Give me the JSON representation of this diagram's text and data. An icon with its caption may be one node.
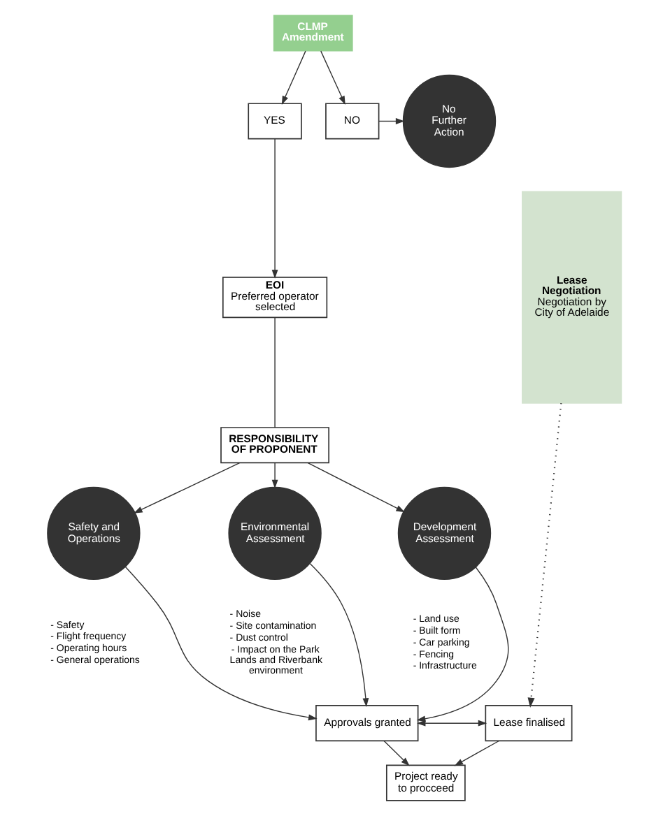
{
  "diagram": {
    "nodes": [
      {
        "text": [
          "CLMP Amendment"
        ]
      },
      {
        "text": [
          "YES"
        ]
      },
      {
        "text": [
          "NO"
        ]
      },
      {
        "text": [
          "No Further Action"
        ]
      },
      {
        "text": [
          "EOI",
          "Preferred operator selected"
        ]
      },
      {
        "text": [
          "RESPONSIBILITY OF PROPONENT"
        ]
      },
      {
        "text": [
          "Safety and Operations"
        ],
        "beside": [
          "- Safety",
          "- Flight frequency",
          "- Operating hours",
          "- General operations"
        ]
      },
      {
        "text": [
          "Environmental Assessment"
        ],
        "beside": [
          "- Noise",
          "- Site contamination",
          "- Dust control",
          "- Impact on the Park Lands and Riverbank environment"
        ]
      },
      {
        "text": [
          "Development Assessment"
        ],
        "beside": [
          "- Land use",
          "- Built form",
          "- Car parking",
          "- Fencing",
          "- Infrastructure"
        ]
      },
      {
        "text": [
          "Lease Negotiation",
          "Negotiation by City of Adelaide"
        ]
      },
      {
        "text": [
          "Approvals granted"
        ]
      },
      {
        "text": [
          "Lease finalised"
        ]
      },
      {
        "text": [
          "Project ready to procceed"
        ]
      }
    ],
    "edges": [
      {
        "from": 0,
        "to": 1,
        "arrow": "to"
      },
      {
        "from": 0,
        "to": 2,
        "arrow": "to"
      },
      {
        "from": 2,
        "to": 3,
        "arrow": "to"
      },
      {
        "from": 1,
        "to": 4,
        "arrow": "to"
      },
      {
        "from": 4,
        "to": 5,
        "arrow": "none"
      },
      {
        "from": 5,
        "to": 6,
        "arrow": "to"
      },
      {
        "from": 5,
        "to": 7,
        "arrow": "to"
      },
      {
        "from": 5,
        "to": 8,
        "arrow": "to"
      },
      {
        "from": 6,
        "to": 10,
        "arrow": "to"
      },
      {
        "from": 7,
        "to": 10,
        "arrow": "to"
      },
      {
        "from": 8,
        "to": 10,
        "arrow": "to"
      },
      {
        "from": 9,
        "to": 11,
        "arrow": "to",
        "style": "dashed"
      },
      {
        "from": 10,
        "to": 11,
        "arrow": "both"
      },
      {
        "from": 10,
        "to": 12,
        "arrow": "to"
      },
      {
        "from": 11,
        "to": 12,
        "arrow": "to"
      }
    ]
  }
}
